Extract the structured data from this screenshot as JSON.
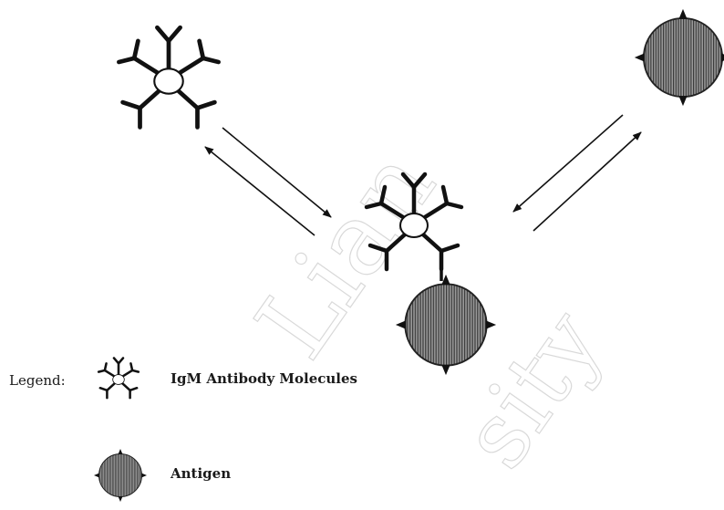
{
  "legend": {
    "label": "Legend:",
    "igm_label": "IgM Antibody Molecules",
    "antigen_label": "Antigen"
  },
  "diagram": {
    "ink_color": "#111111",
    "antigen_fill": "#8c8c8c",
    "antigen_stripe": "#3a3a3a",
    "watermark_color": "#d9d9d9"
  }
}
